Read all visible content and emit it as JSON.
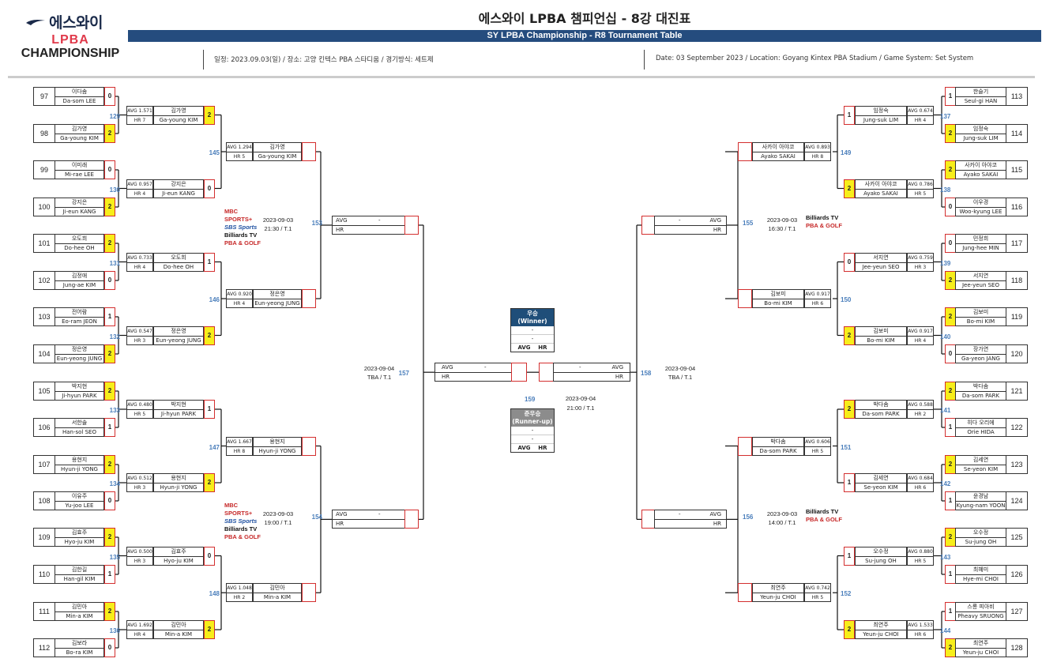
{
  "logo": {
    "line1": "에스와이",
    "line2": "LPBA",
    "line3": "CHAMPIONSHIP"
  },
  "header": {
    "title": "에스와이 LPBA 챔피언십 - 8강 대진표",
    "subtitle": "SY LPBA Championship - R8 Tournament Table",
    "info_kr": "일정: 2023.09.03(일) / 장소: 고양 킨텍스 PBA 스타디움 / 경기방식: 세트제",
    "info_en": "Date: 03 September 2023 / Location: Goyang Kintex PBA Stadium / Game System: Set System"
  },
  "labels": {
    "avg": "AVG",
    "hr": "HR",
    "dash": "-"
  },
  "r128_left": [
    {
      "no": "97",
      "kr": "이다솜",
      "en": "Da-som LEE",
      "score": "0",
      "win": false
    },
    {
      "no": "98",
      "kr": "김가영",
      "en": "Ga-young KIM",
      "score": "2",
      "win": true
    },
    {
      "no": "99",
      "kr": "이미래",
      "en": "Mi-rae LEE",
      "score": "0",
      "win": false
    },
    {
      "no": "100",
      "kr": "강지은",
      "en": "Ji-eun KANG",
      "score": "2",
      "win": true
    },
    {
      "no": "101",
      "kr": "오도희",
      "en": "Do-hee OH",
      "score": "2",
      "win": true
    },
    {
      "no": "102",
      "kr": "김정애",
      "en": "Jung-ae KIM",
      "score": "0",
      "win": false
    },
    {
      "no": "103",
      "kr": "전어람",
      "en": "Eo-ram JEON",
      "score": "1",
      "win": false
    },
    {
      "no": "104",
      "kr": "정은영",
      "en": "Eun-yeong JUNG",
      "score": "2",
      "win": true
    },
    {
      "no": "105",
      "kr": "박지현",
      "en": "Ji-hyun PARK",
      "score": "2",
      "win": true
    },
    {
      "no": "106",
      "kr": "서한솔",
      "en": "Han-sol SEO",
      "score": "1",
      "win": false
    },
    {
      "no": "107",
      "kr": "용현지",
      "en": "Hyun-ji YONG",
      "score": "2",
      "win": true
    },
    {
      "no": "108",
      "kr": "이유주",
      "en": "Yu-joo LEE",
      "score": "0",
      "win": false
    },
    {
      "no": "109",
      "kr": "김효주",
      "en": "Hyo-ju KIM",
      "score": "2",
      "win": true
    },
    {
      "no": "110",
      "kr": "김한길",
      "en": "Han-gil KIM",
      "score": "1",
      "win": false
    },
    {
      "no": "111",
      "kr": "김민아",
      "en": "Min-a KIM",
      "score": "2",
      "win": true
    },
    {
      "no": "112",
      "kr": "김보라",
      "en": "Bo-ra KIM",
      "score": "0",
      "win": false
    }
  ],
  "r128_right": [
    {
      "no": "113",
      "kr": "한슬기",
      "en": "Seul-gi HAN",
      "score": "1",
      "win": false
    },
    {
      "no": "114",
      "kr": "임정숙",
      "en": "Jung-suk LIM",
      "score": "2",
      "win": true
    },
    {
      "no": "115",
      "kr": "사카이 아야코",
      "en": "Ayako SAKAI",
      "score": "2",
      "win": true
    },
    {
      "no": "116",
      "kr": "이우경",
      "en": "Woo-kyung LEE",
      "score": "0",
      "win": false
    },
    {
      "no": "117",
      "kr": "민정희",
      "en": "Jung-hee MIN",
      "score": "0",
      "win": false
    },
    {
      "no": "118",
      "kr": "서지연",
      "en": "Jee-yeun SEO",
      "score": "2",
      "win": true
    },
    {
      "no": "119",
      "kr": "김보미",
      "en": "Bo-mi KIM",
      "score": "2",
      "win": true
    },
    {
      "no": "120",
      "kr": "장가연",
      "en": "Ga-yeon JANG",
      "score": "0",
      "win": false
    },
    {
      "no": "121",
      "kr": "박다솜",
      "en": "Da-som PARK",
      "score": "2",
      "win": true
    },
    {
      "no": "122",
      "kr": "히다 오리에",
      "en": "Orie HIDA",
      "score": "1",
      "win": false
    },
    {
      "no": "123",
      "kr": "김세연",
      "en": "Se-yeon KIM",
      "score": "2",
      "win": true
    },
    {
      "no": "124",
      "kr": "윤경남",
      "en": "Kyung-nam YOON",
      "score": "1",
      "win": false
    },
    {
      "no": "125",
      "kr": "오수정",
      "en": "Su-jung OH",
      "score": "2",
      "win": true
    },
    {
      "no": "126",
      "kr": "최혜미",
      "en": "Hye-mi CHOI",
      "score": "1",
      "win": false
    },
    {
      "no": "127",
      "kr": "스롱 피아비",
      "en": "Pheavy SRUONG",
      "score": "1",
      "win": false
    },
    {
      "no": "128",
      "kr": "최연주",
      "en": "Yeun-ju CHOI",
      "score": "2",
      "win": true
    }
  ],
  "r64_left": [
    {
      "match": "129",
      "avg": "AVG 1.571",
      "hr": "HR 7",
      "kr": "김가영",
      "en": "Ga-young KIM",
      "score": "2",
      "win": true
    },
    {
      "match": "130",
      "avg": "AVG 0.957",
      "hr": "HR 4",
      "kr": "강지은",
      "en": "Ji-eun KANG",
      "score": "0",
      "win": false
    },
    {
      "match": "131",
      "avg": "AVG 0.733",
      "hr": "HR 4",
      "kr": "오도희",
      "en": "Do-hee OH",
      "score": "1",
      "win": false
    },
    {
      "match": "132",
      "avg": "AVG 0.547",
      "hr": "HR 3",
      "kr": "정은영",
      "en": "Eun-yeong JUNG",
      "score": "2",
      "win": true
    },
    {
      "match": "133",
      "avg": "AVG 0.480",
      "hr": "HR 5",
      "kr": "박지현",
      "en": "Ji-hyun PARK",
      "score": "1",
      "win": false
    },
    {
      "match": "134",
      "avg": "AVG 0.512",
      "hr": "HR 3",
      "kr": "용현지",
      "en": "Hyun-ji YONG",
      "score": "2",
      "win": true
    },
    {
      "match": "135",
      "avg": "AVG 0.500",
      "hr": "HR 3",
      "kr": "김효주",
      "en": "Hyo-ju KIM",
      "score": "0",
      "win": false
    },
    {
      "match": "136",
      "avg": "AVG 1.692",
      "hr": "HR 4",
      "kr": "김민아",
      "en": "Min-a KIM",
      "score": "2",
      "win": true
    }
  ],
  "r64_right": [
    {
      "match": "137",
      "avg": "AVG 0.674",
      "hr": "HR 4",
      "kr": "임정숙",
      "en": "Jung-suk LIM",
      "score": "1",
      "win": false
    },
    {
      "match": "138",
      "avg": "AVG 0.786",
      "hr": "HR 5",
      "kr": "사카이 아야코",
      "en": "Ayako SAKAI",
      "score": "2",
      "win": true
    },
    {
      "match": "139",
      "avg": "AVG 0.759",
      "hr": "HR 3",
      "kr": "서지연",
      "en": "Jee-yeun SEO",
      "score": "0",
      "win": false
    },
    {
      "match": "140",
      "avg": "AVG 0.917",
      "hr": "HR 4",
      "kr": "김보미",
      "en": "Bo-mi KIM",
      "score": "2",
      "win": true
    },
    {
      "match": "141",
      "avg": "AVG 0.588",
      "hr": "HR 2",
      "kr": "박다솜",
      "en": "Da-som PARK",
      "score": "2",
      "win": true
    },
    {
      "match": "142",
      "avg": "AVG 0.684",
      "hr": "HR 6",
      "kr": "김세연",
      "en": "Se-yeon KIM",
      "score": "1",
      "win": false
    },
    {
      "match": "143",
      "avg": "AVG 0.880",
      "hr": "HR 5",
      "kr": "오수정",
      "en": "Su-jung OH",
      "score": "1",
      "win": false
    },
    {
      "match": "144",
      "avg": "AVG 1.533",
      "hr": "HR 6",
      "kr": "최연주",
      "en": "Yeun-ju CHOI",
      "score": "2",
      "win": true
    }
  ],
  "r8_left": [
    {
      "match": "145",
      "avg": "AVG 1.294",
      "hr": "HR 5",
      "kr": "김가영",
      "en": "Ga-young KIM"
    },
    {
      "match": "146",
      "avg": "AVG 0.920",
      "hr": "HR 4",
      "kr": "정은영",
      "en": "Eun-yeong JUNG"
    },
    {
      "match": "147",
      "avg": "AVG 1.667",
      "hr": "HR 8",
      "kr": "용현지",
      "en": "Hyun-ji YONG"
    },
    {
      "match": "148",
      "avg": "AVG 1.048",
      "hr": "HR 2",
      "kr": "김민아",
      "en": "Min-a KIM"
    }
  ],
  "r8_right": [
    {
      "match": "149",
      "avg": "AVG 0.893",
      "hr": "HR 8",
      "kr": "사카이 아야코",
      "en": "Ayako SAKAI"
    },
    {
      "match": "150",
      "avg": "AVG 0.917",
      "hr": "HR 6",
      "kr": "김보미",
      "en": "Bo-mi KIM"
    },
    {
      "match": "151",
      "avg": "AVG 0.606",
      "hr": "HR 5",
      "kr": "박다솜",
      "en": "Da-som PARK"
    },
    {
      "match": "152",
      "avg": "AVG 0.742",
      "hr": "HR 5",
      "kr": "최연주",
      "en": "Yeun-ju CHOI"
    }
  ],
  "sf_left": [
    {
      "match": "153"
    },
    {
      "match": "154"
    }
  ],
  "sf_right": [
    {
      "match": "155"
    },
    {
      "match": "156"
    }
  ],
  "final_left": {
    "match": "157",
    "date": "2023-09-04",
    "time": "TBA / T.1"
  },
  "final_right": {
    "match": "158",
    "date": "2023-09-04",
    "time": "TBA / T.1"
  },
  "final": {
    "match": "159",
    "date": "2023-09-04",
    "time": "21:00 / T.1"
  },
  "schedules": [
    {
      "date": "2023-09-03",
      "time": "21:30 / T.1"
    },
    {
      "date": "2023-09-03",
      "time": "19:00 / T.1"
    },
    {
      "date": "2023-09-03",
      "time": "16:30 / T.1"
    },
    {
      "date": "2023-09-03",
      "time": "14:00 / T.1"
    }
  ],
  "broadcast": {
    "mbc": "MBC SPORTS+",
    "sbs": "SBS Sports",
    "billiards": "Billiards TV",
    "pba": "PBA & GOLF"
  },
  "winner": {
    "title": "우승",
    "sub": "(Winner)",
    "v1": "-",
    "v2": "-",
    "avg": "AVG",
    "hr": "HR"
  },
  "runner": {
    "title": "준우승",
    "sub": "(Runner-up)",
    "v1": "-",
    "v2": "-",
    "avg": "AVG",
    "hr": "HR"
  },
  "colors": {
    "header_bar": "#254c7e",
    "winner_head": "#1f4e79",
    "runner_head": "#8c8c8c",
    "win_fill": "#f7ee1a",
    "score_border": "#d32f2f",
    "match_no": "#4a7ebb"
  }
}
